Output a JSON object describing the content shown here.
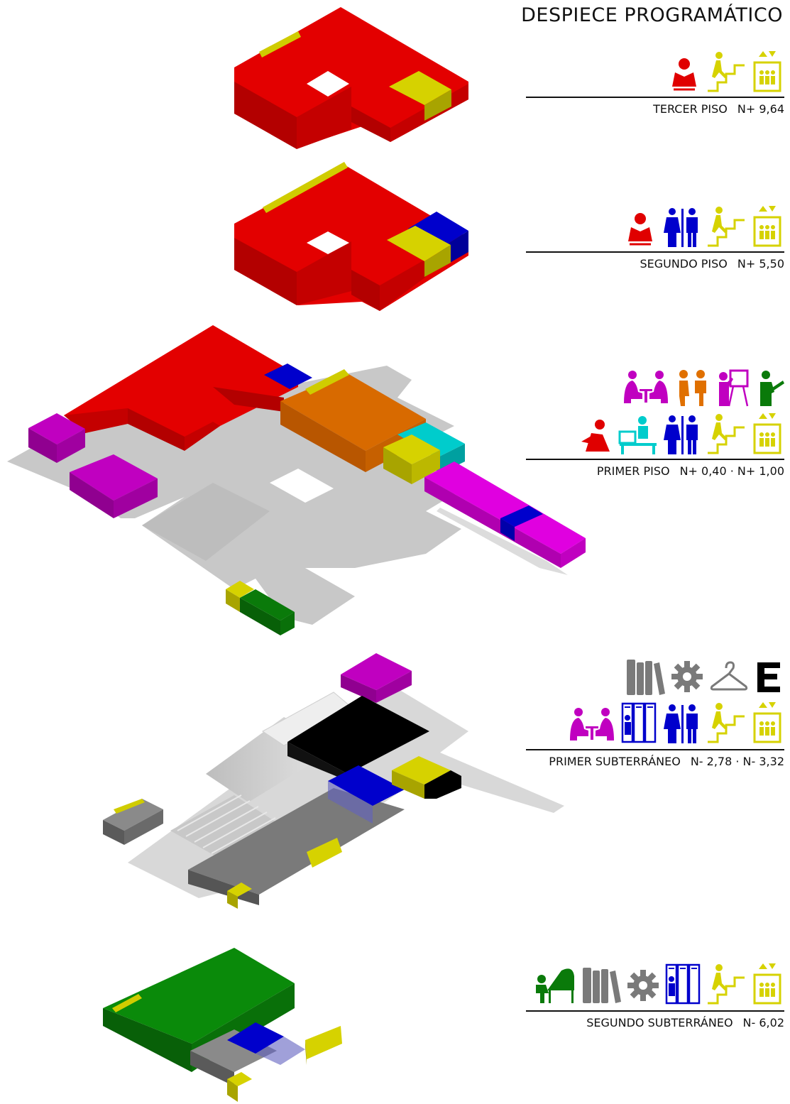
{
  "title": "DESPIECE PROGRAMÁTICO",
  "colors": {
    "biblioteca": "#e00000",
    "servicios_higienicos": "#0000cc",
    "circulacion": "#d0cc00",
    "multiuso": "#c000c0",
    "cafeteria": "#d86a00",
    "computacion": "#00cccc",
    "musica": "#0a7a0a",
    "deposito": "#707070",
    "estacionamiento": "#000000",
    "terreno": "#c8c8c8"
  },
  "levels": [
    {
      "name": "TERCER PISO",
      "elevation": "N+ 9,64",
      "icons": [
        [
          "reading-icon",
          "stairs-icon",
          "elevator-icon"
        ]
      ]
    },
    {
      "name": "SEGUNDO PISO",
      "elevation": "N+ 5,50",
      "icons": [
        [
          "reading-icon",
          "restroom-icon",
          "stairs-icon",
          "elevator-icon"
        ]
      ]
    },
    {
      "name": "PRIMER PISO",
      "elevation": "N+ 0,40 · N+ 1,00",
      "icons": [
        [
          "meeting-icon",
          "chat-icon",
          "presentation-icon",
          "guitar-icon"
        ],
        [
          "reading-floor-icon",
          "computer-icon",
          "restroom-icon",
          "stairs-icon",
          "elevator-icon"
        ]
      ]
    },
    {
      "name": "PRIMER SUBTERRÁNEO",
      "elevation": "N- 2,78 · N- 3,32",
      "icons": [
        [
          "archive-icon",
          "gear-icon",
          "hanger-icon",
          "parking-e-icon"
        ],
        [
          "meeting-icon",
          "lockers-icon",
          "restroom-icon",
          "stairs-icon",
          "elevator-icon"
        ]
      ]
    },
    {
      "name": "SEGUNDO SUBTERRÁNEO",
      "elevation": "N- 6,02",
      "icons": [
        [
          "piano-icon",
          "archive-icon",
          "gear-icon",
          "lockers-icon",
          "stairs-icon",
          "elevator-icon"
        ]
      ]
    }
  ]
}
